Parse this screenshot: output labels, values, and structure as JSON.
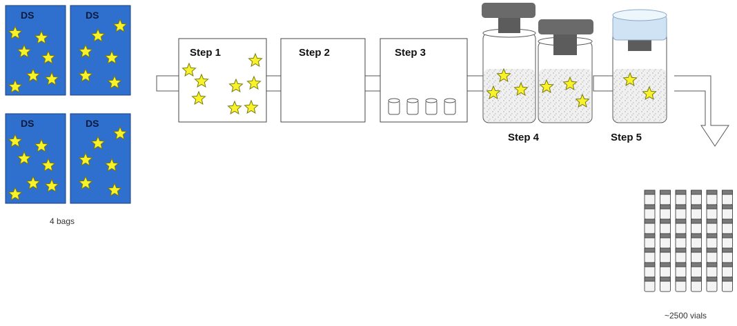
{
  "bags": {
    "labels": [
      "DS",
      "DS",
      "DS",
      "DS"
    ],
    "caption": "4 bags",
    "fill_color": "#2f6fce"
  },
  "steps": {
    "labels": [
      "Step 1",
      "Step 2",
      "Step 3",
      "Step 4",
      "Step 5"
    ]
  },
  "vials": {
    "caption": "~2500 vials"
  },
  "colors": {
    "star_fill": "#f7f22a",
    "star_stroke": "#7a7a10",
    "stopper_dark": "#5c5c5c",
    "stopper_blue": "#cfe3f5",
    "line": "#444444"
  }
}
